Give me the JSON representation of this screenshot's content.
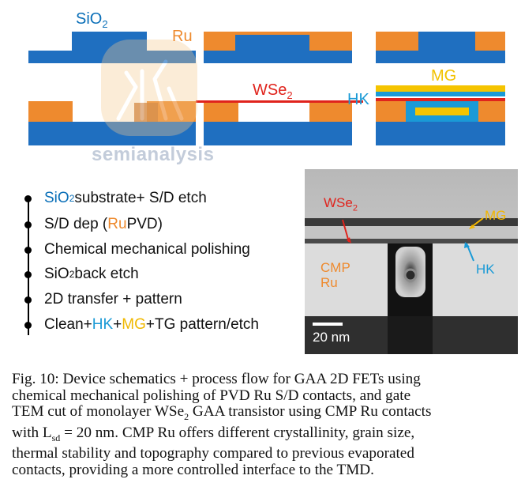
{
  "schematic": {
    "labels": {
      "sio2": "SiO",
      "sio2_sub": "2",
      "ru": "Ru",
      "wse2": "WSe",
      "wse2_sub": "2",
      "hk": "HK",
      "mg": "MG"
    },
    "watermark": "semianalysis"
  },
  "process_steps": [
    {
      "prefix": "SiO",
      "sub": "2",
      "rest": " substrate+ S/D etch"
    },
    {
      "a": "S/D dep (",
      "b": "Ru",
      "c": " PVD)"
    },
    {
      "text": "Chemical mechanical polishing"
    },
    {
      "prefix": "SiO",
      "sub": "2",
      "rest": " back etch"
    },
    {
      "text": "2D transfer + pattern"
    },
    {
      "a": "Clean+",
      "b": "HK",
      "c": "+",
      "d": "MG",
      "e": "+TG pattern/etch"
    }
  ],
  "tem": {
    "wse2": "WSe",
    "wse2_sub": "2",
    "mg": "MG",
    "cmp_line1": "CMP",
    "cmp_line2": "Ru",
    "hk": "HK",
    "scale": "20 nm"
  },
  "caption": {
    "line1": "Fig. 10: Device schematics + process flow for GAA 2D FETs using",
    "line2": "chemical mechanical polishing of PVD Ru S/D contacts, and gate",
    "line3a": "TEM cut of monolayer WSe",
    "line3sub": "2",
    "line3b": " GAA transistor using CMP Ru contacts",
    "line4a": "with L",
    "line4sub": "sd",
    "line4b": " = 20 nm. CMP Ru offers different crystallinity, grain size,",
    "line5": "thermal stability and topography compared to previous evaporated",
    "line6": "contacts, providing a more controlled interface to the TMD."
  },
  "colors": {
    "sio2_blue": "#1f6fc0",
    "ru_orange": "#ee8a2e",
    "wse2_red": "#e0231c",
    "hk_cyan": "#1a9ad6",
    "mg_yellow": "#f5c400"
  }
}
